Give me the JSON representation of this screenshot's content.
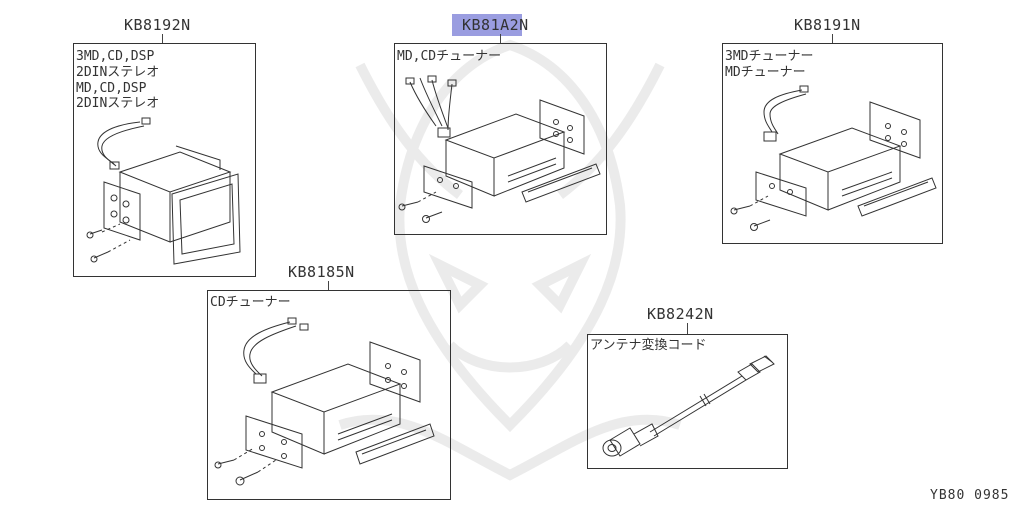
{
  "groups": [
    {
      "code": "KB8192N",
      "lines": [
        "3MD,CD,DSP",
        "2DINステレオ",
        "MD,CD,DSP",
        "2DINステレオ"
      ]
    },
    {
      "code": "KB81A2N",
      "lines": [
        "MD,CDチューナー"
      ]
    },
    {
      "code": "KB8191N",
      "lines": [
        "3MDチューナー",
        "MDチューナー"
      ]
    },
    {
      "code": "KB8185N",
      "lines": [
        "CDチューナー"
      ]
    },
    {
      "code": "KB8242N",
      "lines": [
        "アンテナ変換コード"
      ]
    }
  ],
  "highlighted_code": "KB81A2N",
  "highlight_color": "#9a9de0",
  "reference_number": "YB80 0985"
}
